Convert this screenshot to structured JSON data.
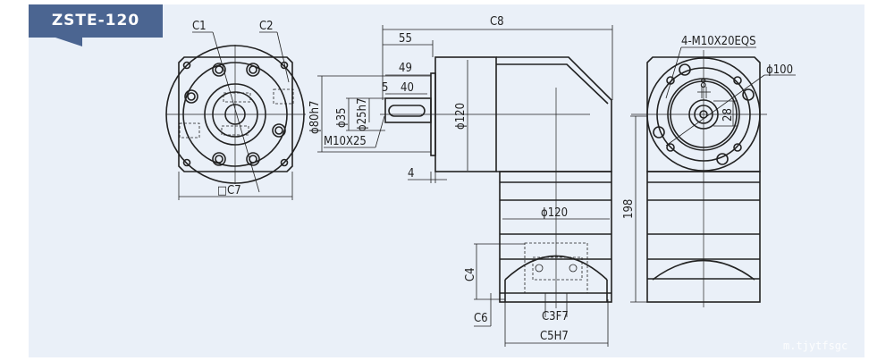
{
  "title": "ZSTE-120",
  "watermark": "m.tjytfsgc",
  "colors": {
    "panel": "#eaf0f8",
    "tab": "#4b6591"
  },
  "front_view": {
    "c1": "C1",
    "c2": "C2",
    "c7": "□C7"
  },
  "side_view": {
    "c8": "C8",
    "d55": "55",
    "d49": "49",
    "d40": "40",
    "d5": "5",
    "d80": "ϕ80h7",
    "d35": "ϕ35",
    "d25": "ϕ25h7",
    "thread": "M10X25",
    "d4": "4",
    "d120a": "ϕ120",
    "d120b": "ϕ120",
    "c4": "C4",
    "c6": "C6",
    "c3": "C3F7",
    "c5": "C5H7"
  },
  "end_view": {
    "holes": "4-M10X20EQS",
    "d100": "ϕ100",
    "key": "8",
    "d28": "28",
    "h198": "198"
  }
}
